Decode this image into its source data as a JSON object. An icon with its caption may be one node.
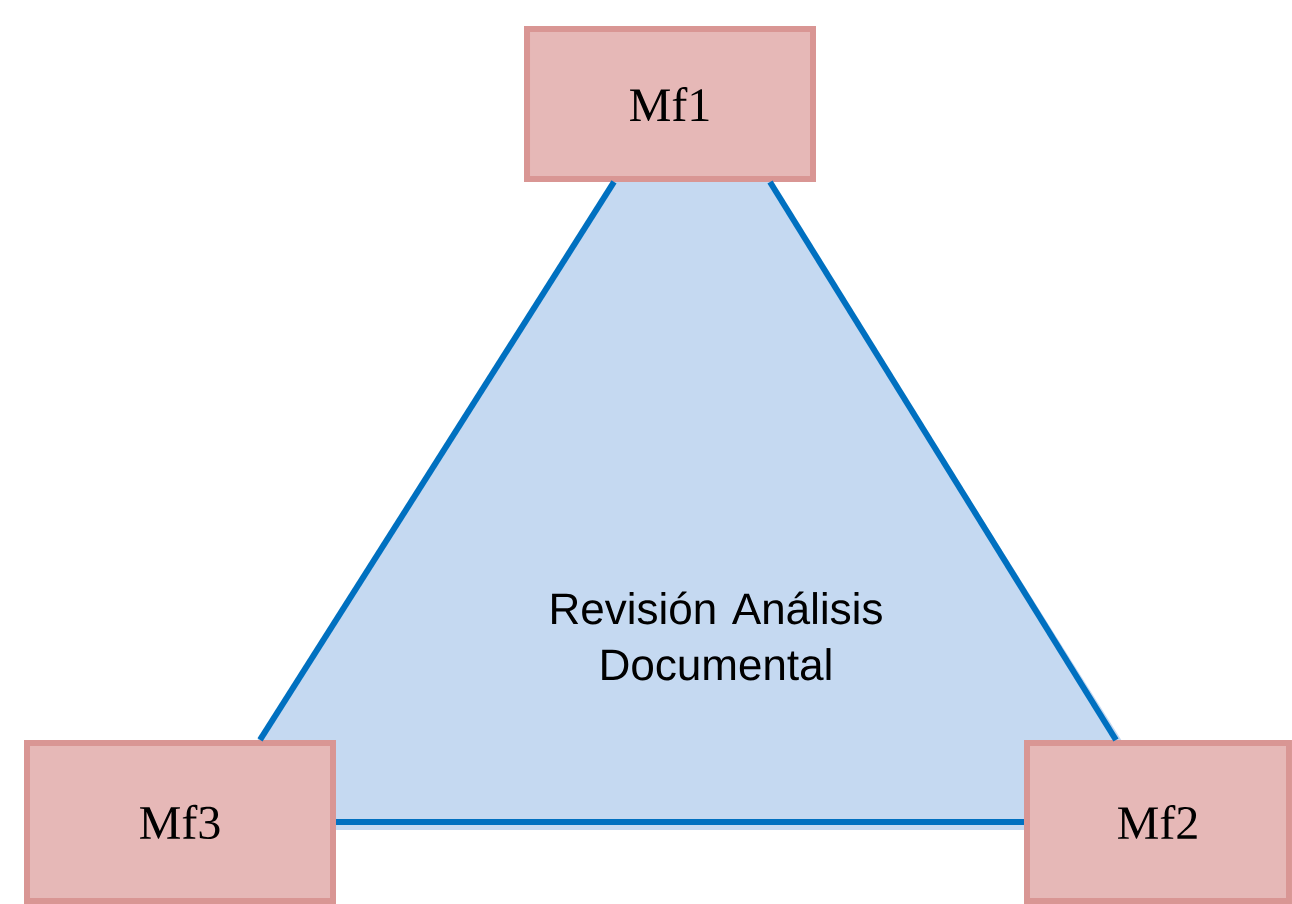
{
  "diagram": {
    "nodes": [
      {
        "text": [
          "Mf1"
        ]
      },
      {
        "text": [
          "Mf2"
        ]
      },
      {
        "text": [
          "Mf3"
        ]
      },
      {
        "text": [
          "Revisión Análisis Documental"
        ]
      }
    ],
    "edges": [
      {
        "from": 0,
        "to": 1,
        "arrow": "none"
      },
      {
        "from": 1,
        "to": 2,
        "arrow": "none"
      },
      {
        "from": 2,
        "to": 0,
        "arrow": "none"
      }
    ]
  }
}
